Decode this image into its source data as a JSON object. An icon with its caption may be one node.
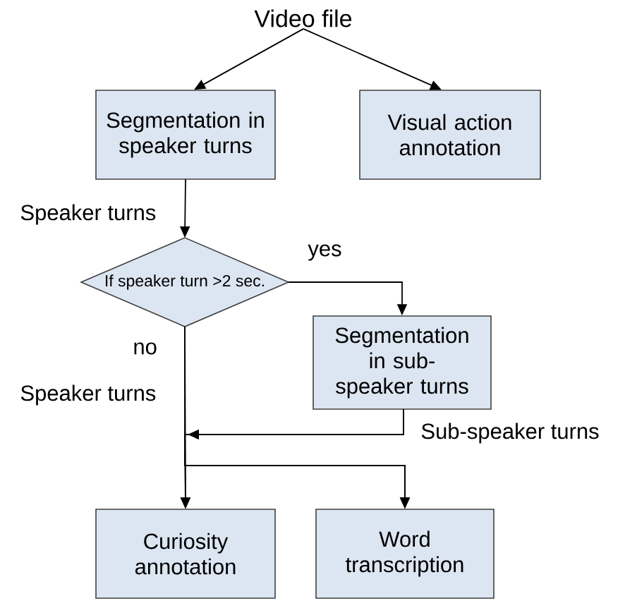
{
  "diagram": {
    "nodes": [
      {
        "text": [
          "Video file"
        ]
      },
      {
        "text": [
          "Segmentation in speaker turns"
        ]
      },
      {
        "text": [
          "Visual action annotation"
        ]
      },
      {
        "text": [
          "If speaker turn >2 sec."
        ]
      },
      {
        "text": [
          "Segmentation in sub-speaker turns"
        ]
      },
      {
        "text": [
          "Curiosity annotation"
        ]
      },
      {
        "text": [
          "Word transcription"
        ]
      }
    ],
    "edges": [
      {
        "from": 0,
        "to": 1,
        "arrow": "to"
      },
      {
        "from": 0,
        "to": 2,
        "arrow": "to"
      },
      {
        "from": 1,
        "to": 3,
        "arrow": "to",
        "label": "Speaker turns"
      },
      {
        "from": 3,
        "to": 4,
        "arrow": "to",
        "label": "yes"
      },
      {
        "from": 3,
        "to": 5,
        "arrow": "to",
        "label": "no"
      },
      {
        "from": 3,
        "to": 6,
        "arrow": "to",
        "label": "Speaker turns"
      },
      {
        "from": 4,
        "to": 5,
        "arrow": "to",
        "label": "Sub-speaker turns"
      },
      {
        "from": 4,
        "to": 6,
        "arrow": "to"
      }
    ]
  }
}
